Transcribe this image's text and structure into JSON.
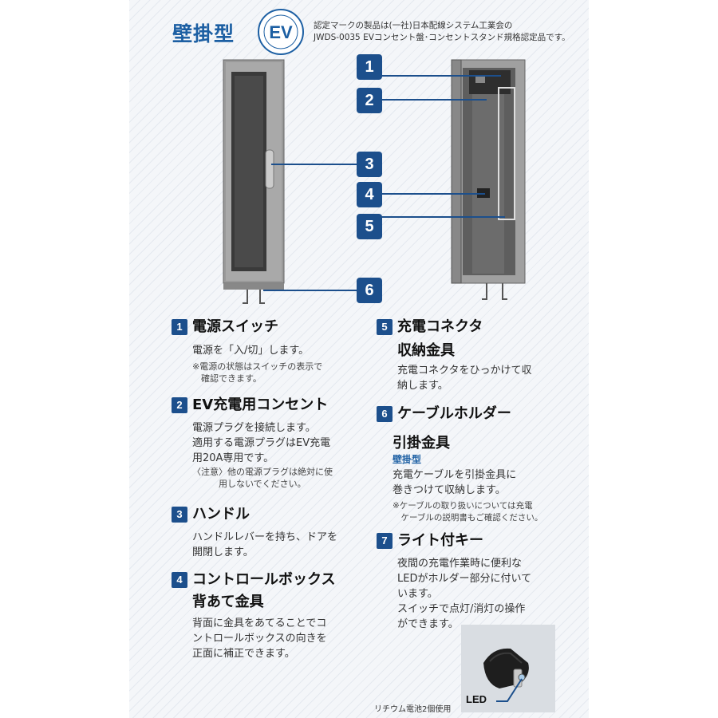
{
  "header": {
    "title": "壁掛型",
    "ev_mark": "EV",
    "cert_line1": "認定マークの製品は(一社)日本配線システム工業会の",
    "cert_line2": "JWDS-0035 EVコンセント盤･コンセントスタンド規格認定品です。"
  },
  "callouts": [
    "1",
    "2",
    "3",
    "4",
    "5",
    "6"
  ],
  "sections": {
    "s1": {
      "num": "1",
      "title": "電源スイッチ",
      "body": [
        "電源を「入/切」します。"
      ],
      "notes": [
        "※電源の状態はスイッチの表示で",
        "　確認できます。"
      ]
    },
    "s2": {
      "num": "2",
      "title": "EV充電用コンセント",
      "body": [
        "電源プラグを接続します。",
        "適用する電源プラグはEV充電",
        "用20A専用です。"
      ],
      "notes": [
        "〈注意〉他の電源プラグは絶対に使",
        "　　　用しないでください。"
      ]
    },
    "s3": {
      "num": "3",
      "title": "ハンドル",
      "body": [
        "ハンドルレバーを持ち、ドアを",
        "開閉します。"
      ]
    },
    "s4": {
      "num": "4",
      "title": "コントロールボックス",
      "title2": "背あて金具",
      "body": [
        "背面に金具をあてることでコ",
        "ントロールボックスの向きを",
        "正面に補正できます。"
      ]
    },
    "s5": {
      "num": "5",
      "title": "充電コネクタ",
      "title2": "収納金具",
      "body": [
        "充電コネクタをひっかけて収",
        "納します。"
      ]
    },
    "s6": {
      "num": "6",
      "title": "ケーブルホルダー",
      "title2": "引掛金具",
      "sub": "壁掛型",
      "body": [
        "充電ケーブルを引掛金具に",
        "巻きつけて収納します。"
      ],
      "notes": [
        "※ケーブルの取り扱いについては充電",
        "　ケーブルの説明書もご確認ください。"
      ]
    },
    "s7": {
      "num": "7",
      "title": "ライト付キー",
      "body": [
        "夜間の充電作業時に便利な",
        "LEDがホルダー部分に付いて",
        "います。",
        "スイッチで点灯/消灯の操作",
        "ができます。"
      ]
    }
  },
  "photo": {
    "led_label": "LED",
    "caption": "リチウム電池2個使用"
  }
}
